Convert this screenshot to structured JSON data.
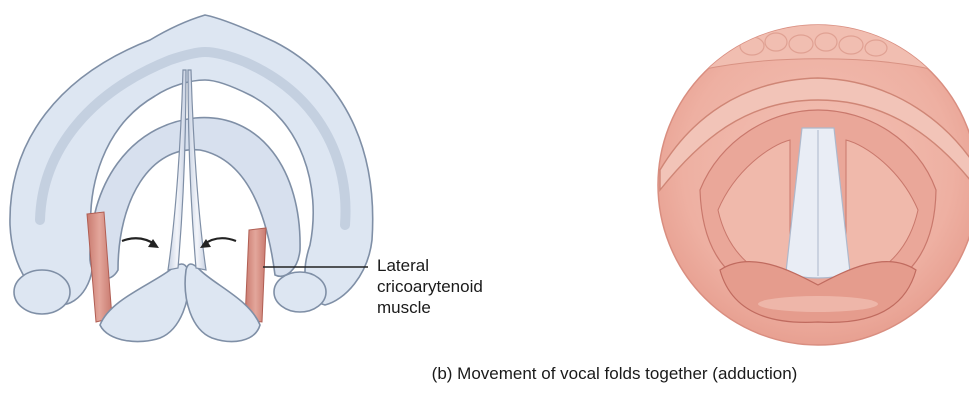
{
  "label": {
    "lines": [
      "Lateral",
      "cricoarytenoid",
      "muscle"
    ]
  },
  "caption": "(b) Movement of vocal folds together (adduction)",
  "colors": {
    "cartilage_fill": "#dde6f2",
    "cartilage_edge": "#7f8fa6",
    "cartilage_shadow": "#b9c6d9",
    "muscle": "#d9978c",
    "muscle_dark": "#c26e63",
    "tissue_light": "#f7d2c8",
    "tissue_mid": "#eaa79a",
    "tissue_dark": "#c9786c",
    "vocal_fold": "#eef1f7",
    "arrow": "#222222",
    "leader_line": "#222222"
  }
}
